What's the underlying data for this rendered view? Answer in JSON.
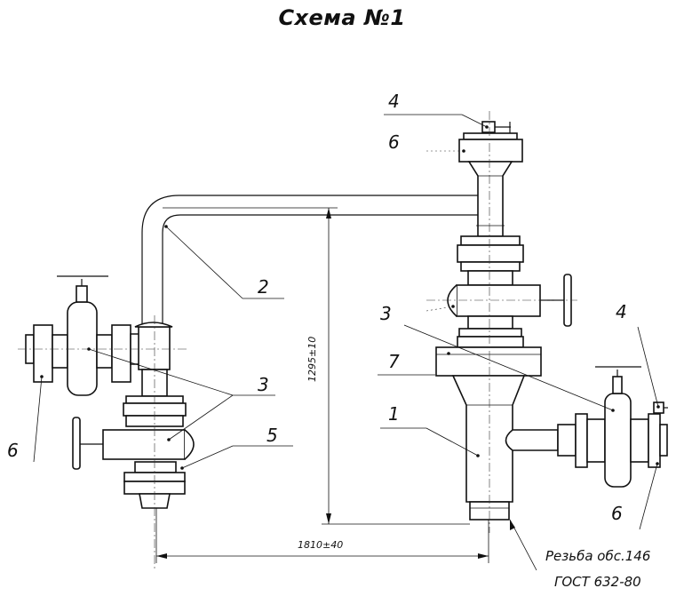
{
  "title": "Схема №1",
  "labels": {
    "top_4": "4",
    "top_6": "6",
    "pipe_2": "2",
    "left_3": "3",
    "left_5": "5",
    "left_6": "6",
    "right_3": "3",
    "right_7": "7",
    "right_1": "1",
    "right_4": "4",
    "right_6": "6"
  },
  "dimensions": {
    "height": "1295±10",
    "width": "1810±40"
  },
  "thread_note": {
    "line1": "Резьба обс.146",
    "line2": "ГОСТ 632-80"
  }
}
